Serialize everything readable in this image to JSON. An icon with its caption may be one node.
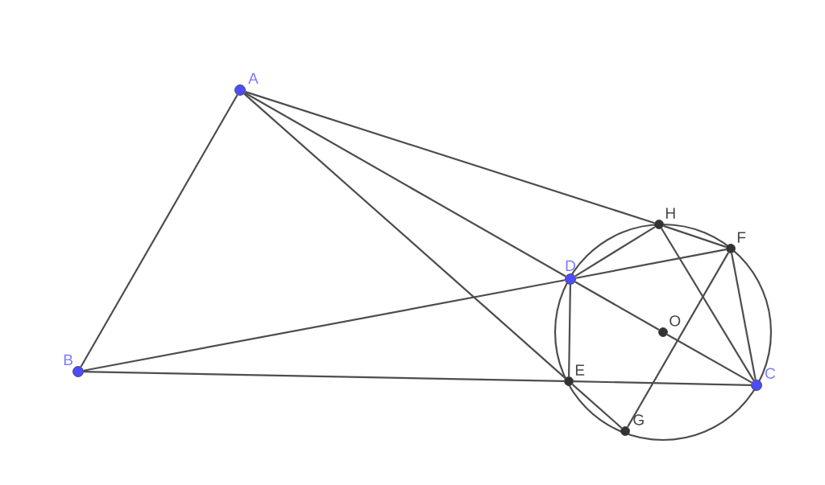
{
  "diagram": {
    "nodes": [
      {
        "text": [
          "A"
        ]
      },
      {
        "text": [
          "H"
        ]
      },
      {
        "text": [
          "F"
        ]
      },
      {
        "text": [
          "D"
        ]
      },
      {
        "text": [
          "O"
        ]
      },
      {
        "text": [
          "B"
        ]
      },
      {
        "text": [
          "E"
        ]
      },
      {
        "text": [
          "C"
        ]
      },
      {
        "text": [
          "G"
        ]
      }
    ],
    "edges": [
      {
        "from": 0,
        "to": 5,
        "arrow": "none"
      },
      {
        "from": 0,
        "to": 1,
        "arrow": "none"
      },
      {
        "from": 0,
        "to": 3,
        "arrow": "none"
      },
      {
        "from": 3,
        "to": 4,
        "arrow": "none"
      },
      {
        "from": 4,
        "to": 7,
        "arrow": "none"
      },
      {
        "from": 0,
        "to": 6,
        "arrow": "none"
      },
      {
        "from": 5,
        "to": 6,
        "arrow": "none"
      },
      {
        "from": 6,
        "to": 7,
        "arrow": "none"
      },
      {
        "from": 5,
        "to": 3,
        "arrow": "none"
      },
      {
        "from": 3,
        "to": 2,
        "arrow": "none"
      },
      {
        "from": 3,
        "to": 6,
        "arrow": "none"
      },
      {
        "from": 3,
        "to": 1,
        "arrow": "none"
      },
      {
        "from": 1,
        "to": 2,
        "arrow": "none"
      },
      {
        "from": 1,
        "to": 7,
        "arrow": "none"
      },
      {
        "from": 2,
        "to": 7,
        "arrow": "none"
      },
      {
        "from": 2,
        "to": 8,
        "arrow": "none"
      },
      {
        "from": 6,
        "to": 8,
        "arrow": "none"
      }
    ]
  }
}
